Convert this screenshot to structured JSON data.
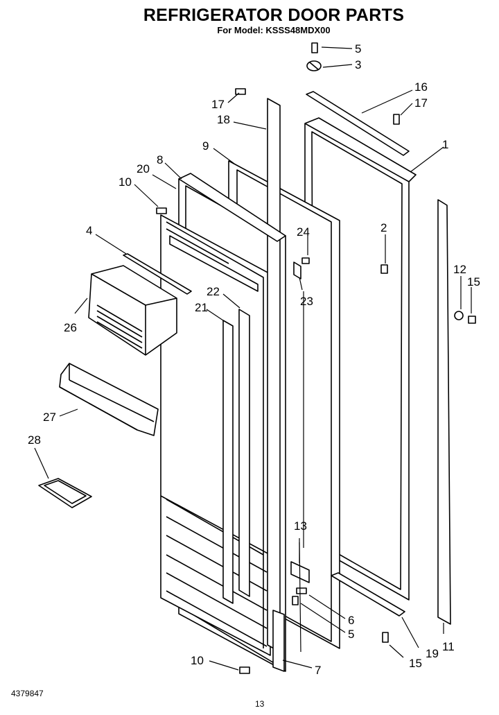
{
  "header": {
    "title": "REFRIGERATOR DOOR PARTS",
    "subtitle": "For Model: KSSS48MDX00"
  },
  "callouts": {
    "c5a": "5",
    "c3": "3",
    "c16": "16",
    "c17a": "17",
    "c17b": "17",
    "c18": "18",
    "c1": "1",
    "c9": "9",
    "c8": "8",
    "c20": "20",
    "c10a": "10",
    "c4": "4",
    "c24": "24",
    "c2": "2",
    "c12": "12",
    "c15a": "15",
    "c22": "22",
    "c21": "21",
    "c23": "23",
    "c26": "26",
    "c27": "27",
    "c28": "28",
    "c13": "13",
    "c6": "6",
    "c5b": "5",
    "c11": "11",
    "c19": "19",
    "c15b": "15",
    "c10b": "10",
    "c7": "7"
  },
  "footer": {
    "doc_number": "4379847",
    "page_number": "13"
  }
}
